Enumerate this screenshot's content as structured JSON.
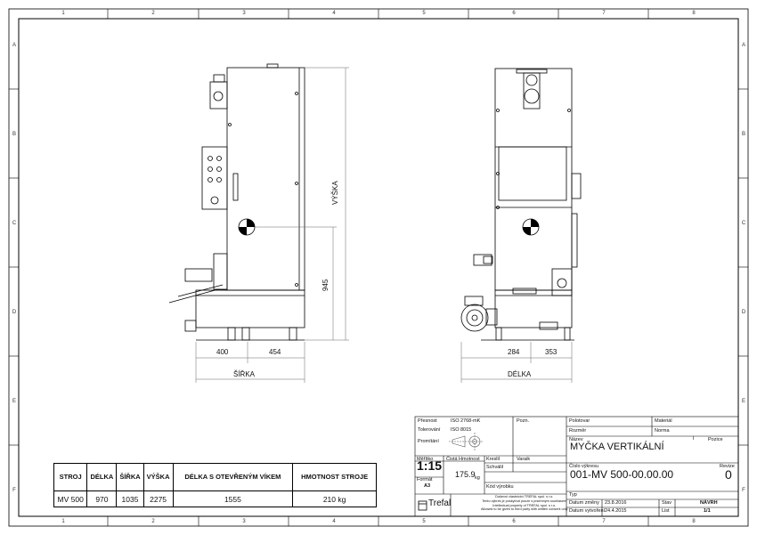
{
  "frame": {
    "column_labels": [
      "1",
      "2",
      "3",
      "4",
      "5",
      "6",
      "7",
      "8"
    ],
    "row_labels": [
      "A",
      "B",
      "C",
      "D",
      "E",
      "F"
    ]
  },
  "views": {
    "side": {
      "dims": {
        "left": "400",
        "right": "454",
        "width_label": "ŠÍŘKA",
        "height_label": "VÝŠKA",
        "inner_height": "945"
      }
    },
    "front": {
      "dims": {
        "left": "284",
        "right": "353",
        "length_label": "DÉLKA"
      }
    }
  },
  "param_table": {
    "headers": [
      "STROJ",
      "DÉLKA",
      "ŠÍŘKA",
      "VÝŠKA",
      "DÉLKA S OTEVŘENÝM VÍKEM",
      "HMOTNOST STROJE"
    ],
    "rows": [
      [
        "MV 500",
        "970",
        "1035",
        "2275",
        "1555",
        "210 kg"
      ]
    ]
  },
  "title_block": {
    "presnost_label": "Přesnost",
    "presnost_value": "ISO 2768-mK",
    "tolerovani_label": "Tolerování",
    "tolerovani_value": "ISO 8015",
    "promitani_label": "Promítání",
    "pozn_label": "Pozn.",
    "polotovar_label": "Polotovar",
    "rozmer_label": "Rozměr",
    "material_label": "Materiál",
    "norma_label": "Norma",
    "nazev_label": "Název",
    "nazev_value": "MYČKA VERTIKÁLNÍ",
    "pozice_label": "Pozice",
    "pozice_value": "I",
    "meritko_label": "Měřítko",
    "meritko_value": "1:15",
    "hmotnost_label": "Čistá Hmotnost",
    "hmotnost_value": "175.9",
    "hmotnost_unit": "kg",
    "kreslil_label": "Kreslil",
    "varaik_label": "Varaik",
    "schvalil_label": "Schválil",
    "format_label": "Formát",
    "format_value": "A3",
    "kod_label": "Kód výrobku",
    "cislo_label": "Číslo výkresu",
    "cislo_value": "001-MV 500-00.00.00",
    "revize_label": "Revize",
    "revize_value": "0",
    "typ_label": "Typ",
    "datum_zmeny_label": "Datum změny",
    "datum_zmeny_value": "23.8.2016",
    "stav_label": "Stav",
    "stav_value": "NÁVRH",
    "datum_vytvoreni_label": "Datum vytvoření",
    "datum_vytvoreni_value": "24.4.2015",
    "list_label": "List",
    "list_value": "1/1",
    "legal": [
      "Duševní vlastnictví TREFAL spol. s r.o.",
      "Tento výkres je poskytnut pouze s písemným souhlasem",
      "Intellectual property of TREFAL spol. s r.o.",
      "Allowed to be given to third party with written consent only"
    ],
    "logo_text": "Trefal"
  }
}
